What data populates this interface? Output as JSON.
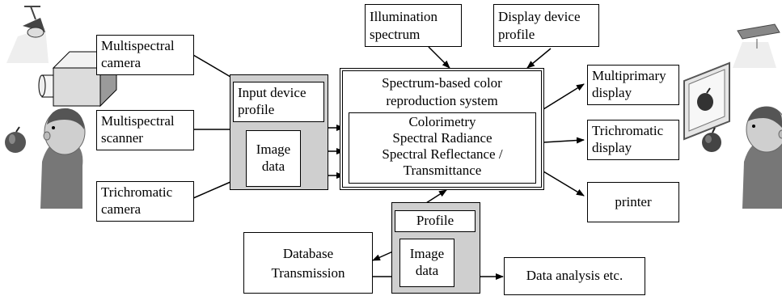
{
  "inputs": {
    "multispectral_camera": [
      "Multispectral",
      "camera"
    ],
    "multispectral_scanner": [
      "Multispectral",
      "scanner"
    ],
    "trichromatic_camera": [
      "Trichromatic",
      "camera"
    ]
  },
  "input_profile": {
    "title": [
      "Input device",
      "profile"
    ],
    "image_data": [
      "Image",
      "data"
    ]
  },
  "illumination": [
    "Illumination",
    "spectrum"
  ],
  "display_profile": [
    "Display device",
    "profile"
  ],
  "system": {
    "title": [
      "Spectrum-based color",
      "reproduction system"
    ],
    "contents": [
      "Colorimetry",
      "Spectral Radiance",
      "Spectral Reflectance /",
      "Transmittance"
    ]
  },
  "outputs": {
    "multiprimary_display": [
      "Multiprimary",
      "display"
    ],
    "trichromatic_display": [
      "Trichromatic",
      "display"
    ],
    "printer": "printer"
  },
  "bottom_profile": {
    "title": "Profile",
    "image_data": [
      "Image",
      "data"
    ]
  },
  "database": [
    "Database",
    "Transmission"
  ],
  "data_analysis": "Data analysis etc.",
  "colors": {
    "panel_grey": "#cfcfcf",
    "line": "#000000"
  }
}
